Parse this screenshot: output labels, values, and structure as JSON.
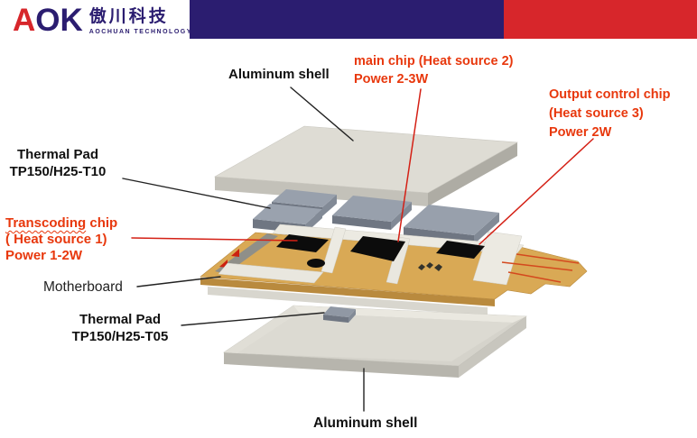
{
  "header": {
    "logo": {
      "wordmark_a": "A",
      "wordmark_ok": "OK",
      "chinese": "傲川科技",
      "english": "AOCHUAN TECHNOLOGY"
    }
  },
  "palette": {
    "brand_navy": "#2b1d70",
    "brand_red": "#d7262b",
    "label_red_text": "#e8380d",
    "leader_line_red": "#d42015",
    "leader_line_black": "#222222",
    "shell_gray": "#dedcd4",
    "thermal_pad_gray": "#98a0ac",
    "pcb_tan": "#d9a955",
    "chip_black": "#0c0c0c"
  },
  "labels": {
    "top_shell": "Aluminum shell",
    "main_chip": {
      "l1": "main chip (Heat source 2)",
      "l2": "Power 2-3W"
    },
    "output_chip": {
      "l1": "Output control chip",
      "l2": "(Heat source 3)",
      "l3": "Power 2W"
    },
    "thermal_pad_top": {
      "l1": "Thermal Pad",
      "l2": "TP150/H25-T10"
    },
    "transcoding_chip": {
      "w1": "Transcoding",
      "w2": " chip",
      "l2": "( Heat source 1)",
      "l3": "Power 1-2W"
    },
    "motherboard": "Motherboard",
    "thermal_pad_bottom": {
      "l1": "Thermal Pad",
      "l2": "TP150/H25-T05"
    },
    "bottom_shell": "Aluminum shell"
  }
}
